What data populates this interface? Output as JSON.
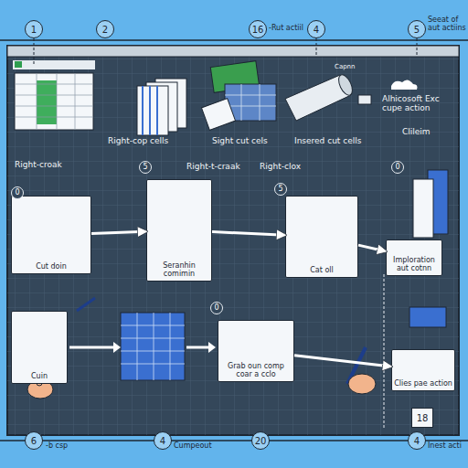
{
  "diagram": {
    "nodes": [
      {
        "text": [
          "Cut doin"
        ]
      },
      {
        "text": [
          "Seranhin",
          "comimin"
        ]
      },
      {
        "text": [
          "Cat oll"
        ]
      },
      {
        "text": [
          "Imploration aut cotnn"
        ]
      },
      {
        "text": [
          "Cuin"
        ]
      },
      {
        "text": [
          "Grab oun comp coar a cclo"
        ]
      },
      {
        "text": [
          "Clies pae action"
        ]
      }
    ],
    "edges": [
      {
        "from": 0,
        "to": 1,
        "arrow": "to"
      },
      {
        "from": 1,
        "to": 2,
        "arrow": "to"
      },
      {
        "from": 2,
        "to": 3,
        "arrow": "to"
      },
      {
        "from": 5,
        "to": 6,
        "arrow": "to"
      }
    ],
    "labels": [
      "1",
      "2",
      "16",
      "-Rut actiil",
      "4",
      "5",
      "Seeat of aut actiins",
      "Right-cop cells",
      "Sight cut cels",
      "Insered cut cells",
      "Capnn",
      "Alhicosoft Exc cupe action",
      "Clileim",
      "Right-croak",
      "Right-t-craak",
      "Right-clox",
      "0",
      "5",
      "5",
      "0",
      "0",
      "18",
      "6",
      "-b csp",
      "4",
      "Cumpeout",
      "20",
      "4",
      "Inest acti"
    ]
  }
}
